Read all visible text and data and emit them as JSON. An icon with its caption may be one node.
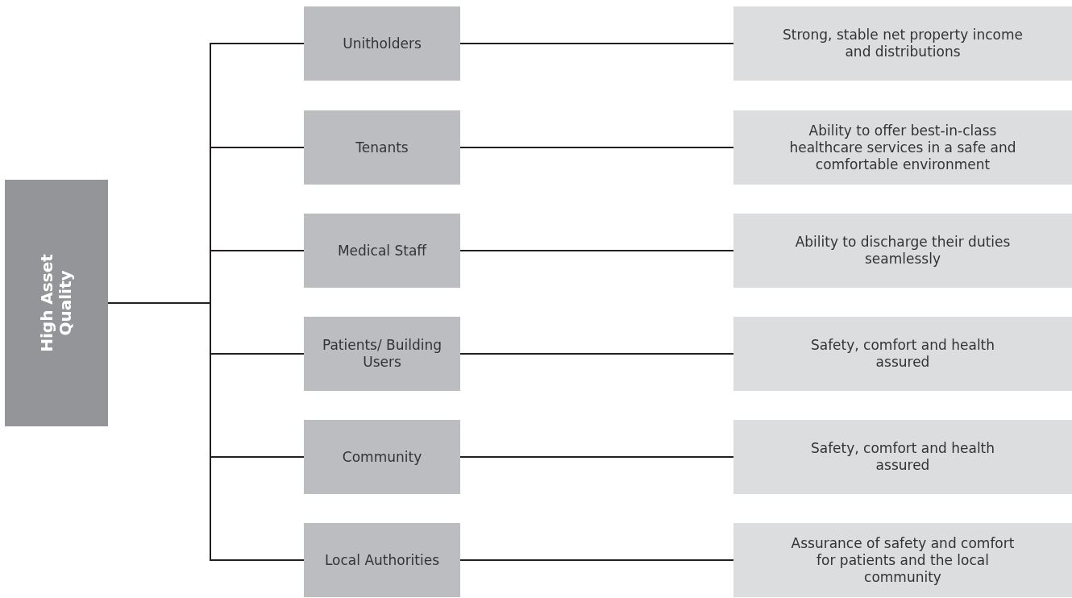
{
  "diagram": {
    "nodes": [
      {
        "text": [
          "High Asset Quality"
        ]
      },
      {
        "text": [
          "Unitholders"
        ]
      },
      {
        "text": [
          "Strong, stable net property income and distributions"
        ]
      },
      {
        "text": [
          "Tenants"
        ]
      },
      {
        "text": [
          "Ability to offer best-in-class healthcare services in a safe and comfortable environment"
        ]
      },
      {
        "text": [
          "Medical Staff"
        ]
      },
      {
        "text": [
          "Ability to discharge their duties seamlessly"
        ]
      },
      {
        "text": [
          "Patients/ Building Users"
        ]
      },
      {
        "text": [
          "Safety, comfort and health assured"
        ]
      },
      {
        "text": [
          "Community"
        ]
      },
      {
        "text": [
          "Safety, comfort and health assured"
        ]
      },
      {
        "text": [
          "Local Authorities"
        ]
      },
      {
        "text": [
          "Assurance of safety and comfort for patients and the local community"
        ]
      }
    ],
    "edges": [
      {
        "from": 0,
        "to": 1,
        "arrow": "none"
      },
      {
        "from": 0,
        "to": 3,
        "arrow": "none"
      },
      {
        "from": 0,
        "to": 5,
        "arrow": "none"
      },
      {
        "from": 0,
        "to": 7,
        "arrow": "none"
      },
      {
        "from": 0,
        "to": 9,
        "arrow": "none"
      },
      {
        "from": 0,
        "to": 11,
        "arrow": "none"
      },
      {
        "from": 1,
        "to": 2,
        "arrow": "none"
      },
      {
        "from": 3,
        "to": 4,
        "arrow": "none"
      },
      {
        "from": 5,
        "to": 6,
        "arrow": "none"
      },
      {
        "from": 7,
        "to": 8,
        "arrow": "none"
      },
      {
        "from": 9,
        "to": 10,
        "arrow": "none"
      },
      {
        "from": 11,
        "to": 12,
        "arrow": "none"
      }
    ]
  }
}
